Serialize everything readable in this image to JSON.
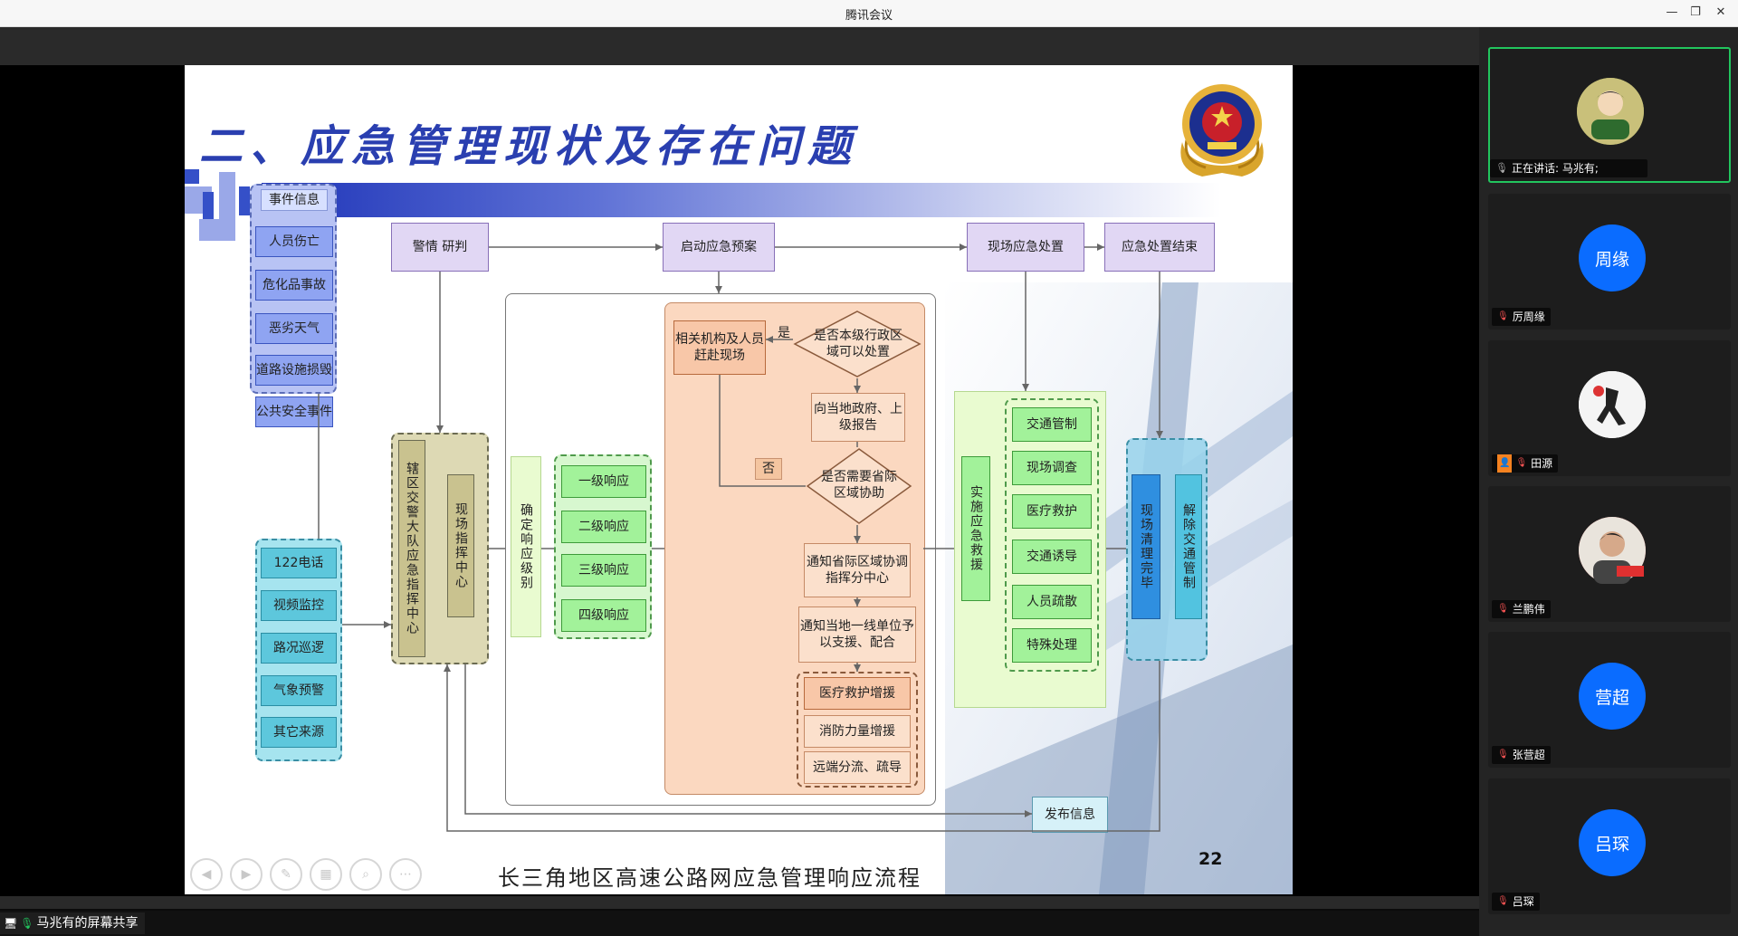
{
  "window": {
    "title": "腾讯会议"
  },
  "share": {
    "label": "马兆有的屏幕共享"
  },
  "slide": {
    "title": "二、应急管理现状及存在问题",
    "footer": "长三角地区高速公路网应急管理响应流程",
    "page_number": "22",
    "flow": {
      "event_info": "事件信息",
      "events": [
        "人员伤亡",
        "危化品事故",
        "恶劣天气",
        "道路设施损毁",
        "公共安全事件"
      ],
      "sources": [
        "122电话",
        "视频监控",
        "路况巡逻",
        "气象预警",
        "其它来源"
      ],
      "judge": "警情 研判",
      "start_plan": "启动应急预案",
      "onsite": "现场应急处置",
      "end": "应急处置结束",
      "brigade_center": "辖区交警大队应急指挥中心",
      "field_command": "现场指挥中心",
      "determine_level": "确定响应级别",
      "levels": [
        "一级响应",
        "二级响应",
        "三级响应",
        "四级响应"
      ],
      "agencies": "相关机构及人员赶赴现场",
      "yes": "是",
      "no": "否",
      "q1": "是否本级行政区域可以处置",
      "report": "向当地政府、上级报告",
      "q2": "是否需要省际区域协助",
      "notify_province": "通知省际区域协调指挥分中心",
      "notify_local": "通知当地一线单位予以支援、配合",
      "reinforce": [
        "医疗救护增援",
        "消防力量增援",
        "远端分流、疏导"
      ],
      "implement": "实施应急救援",
      "actions": [
        "交通管制",
        "现场调查",
        "医疗救护",
        "交通诱导",
        "人员疏散",
        "特殊处理"
      ],
      "cleanup": "现场清理完毕",
      "lift": "解除交通管制",
      "publish": "发布信息"
    }
  },
  "participants": {
    "speaking": "正在讲话: 马兆有;",
    "list": [
      {
        "name": "",
        "avatar": "photo",
        "icon": "cartoon"
      },
      {
        "name": "厉周缘",
        "avatar_text": "周缘"
      },
      {
        "name": "田源",
        "avatar": "photo",
        "icon": "art"
      },
      {
        "name": "兰鹏伟",
        "avatar": "photo",
        "icon": "man"
      },
      {
        "name": "张营超",
        "avatar_text": "营超"
      },
      {
        "name": "吕琛",
        "avatar_text": "吕琛"
      }
    ]
  },
  "colors": {
    "accent_blue": "#0a6cff",
    "active_border": "#22c55e",
    "title_blue": "#2a3fb0"
  }
}
